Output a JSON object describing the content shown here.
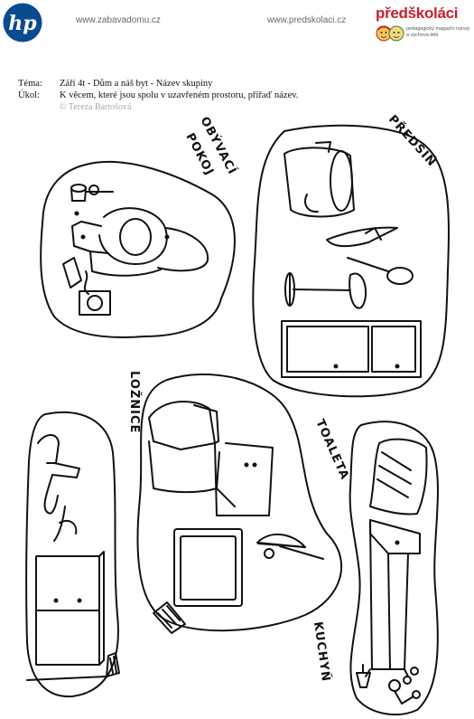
{
  "header": {
    "url_left": "www.zabavadomu.cz",
    "url_right": "www.predskolaci.cz",
    "brand_title": "předškoláci",
    "brand_subtitle": "pedagogický magazín rozvoj a výchova dětí",
    "left_logo_icon": "hp-logo-icon",
    "brand_color": "#c8202a"
  },
  "task": {
    "topic_label": "Téma:",
    "topic_value": "Září 4t - Dům a náš byt - Název skupiny",
    "task_label": "Úkol:",
    "task_value": "K věcem, které jsou spolu v uzavřeném prostoru, přiřaď název.",
    "credit": "© Tereza Bartošová"
  },
  "labels": {
    "obyvaci": "OBÝVACÍ",
    "pokoj": "POKOJ",
    "predsin": "PŘEDSÍŇ",
    "loznice": "LOŽNICE",
    "toaleta": "TOALETA",
    "kuchyn": "KUCHYŇ"
  }
}
